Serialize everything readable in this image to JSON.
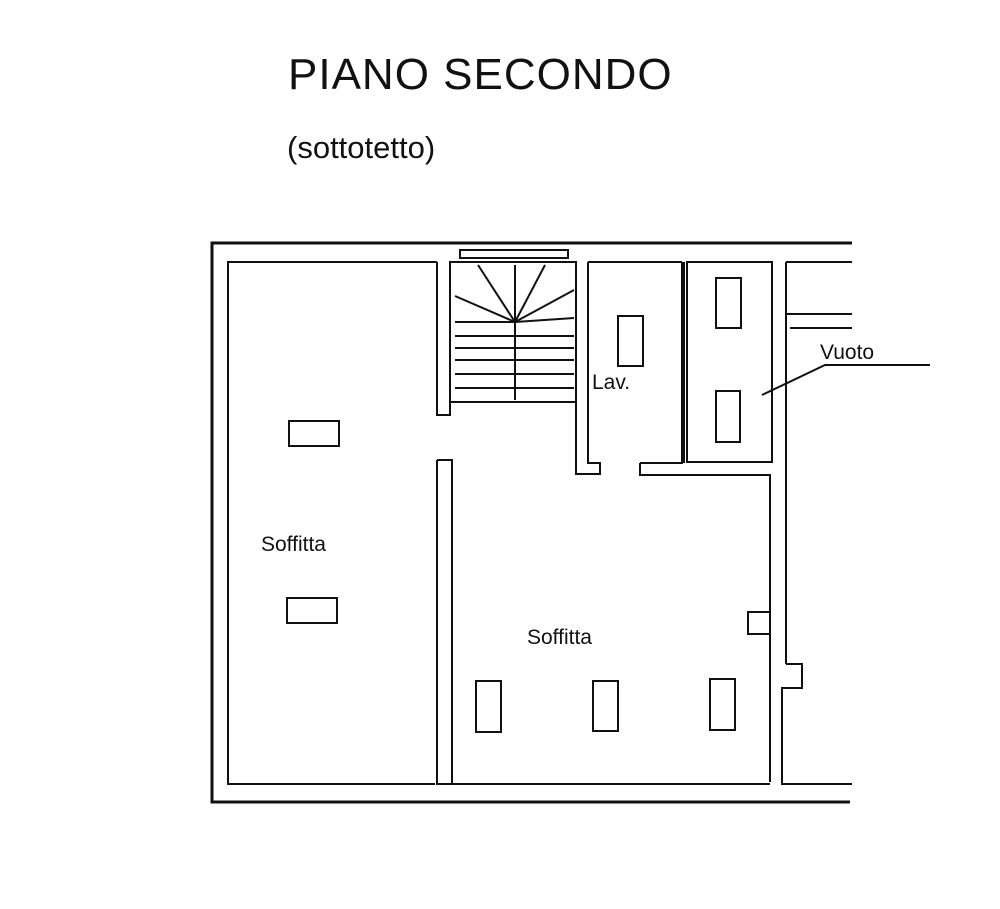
{
  "title": "PIANO SECONDO",
  "subtitle": "(sottotetto)",
  "rooms": [
    {
      "label": "Soffitta"
    },
    {
      "label": "Soffitta"
    },
    {
      "label": "Lav."
    },
    {
      "label": "Vuoto"
    }
  ]
}
